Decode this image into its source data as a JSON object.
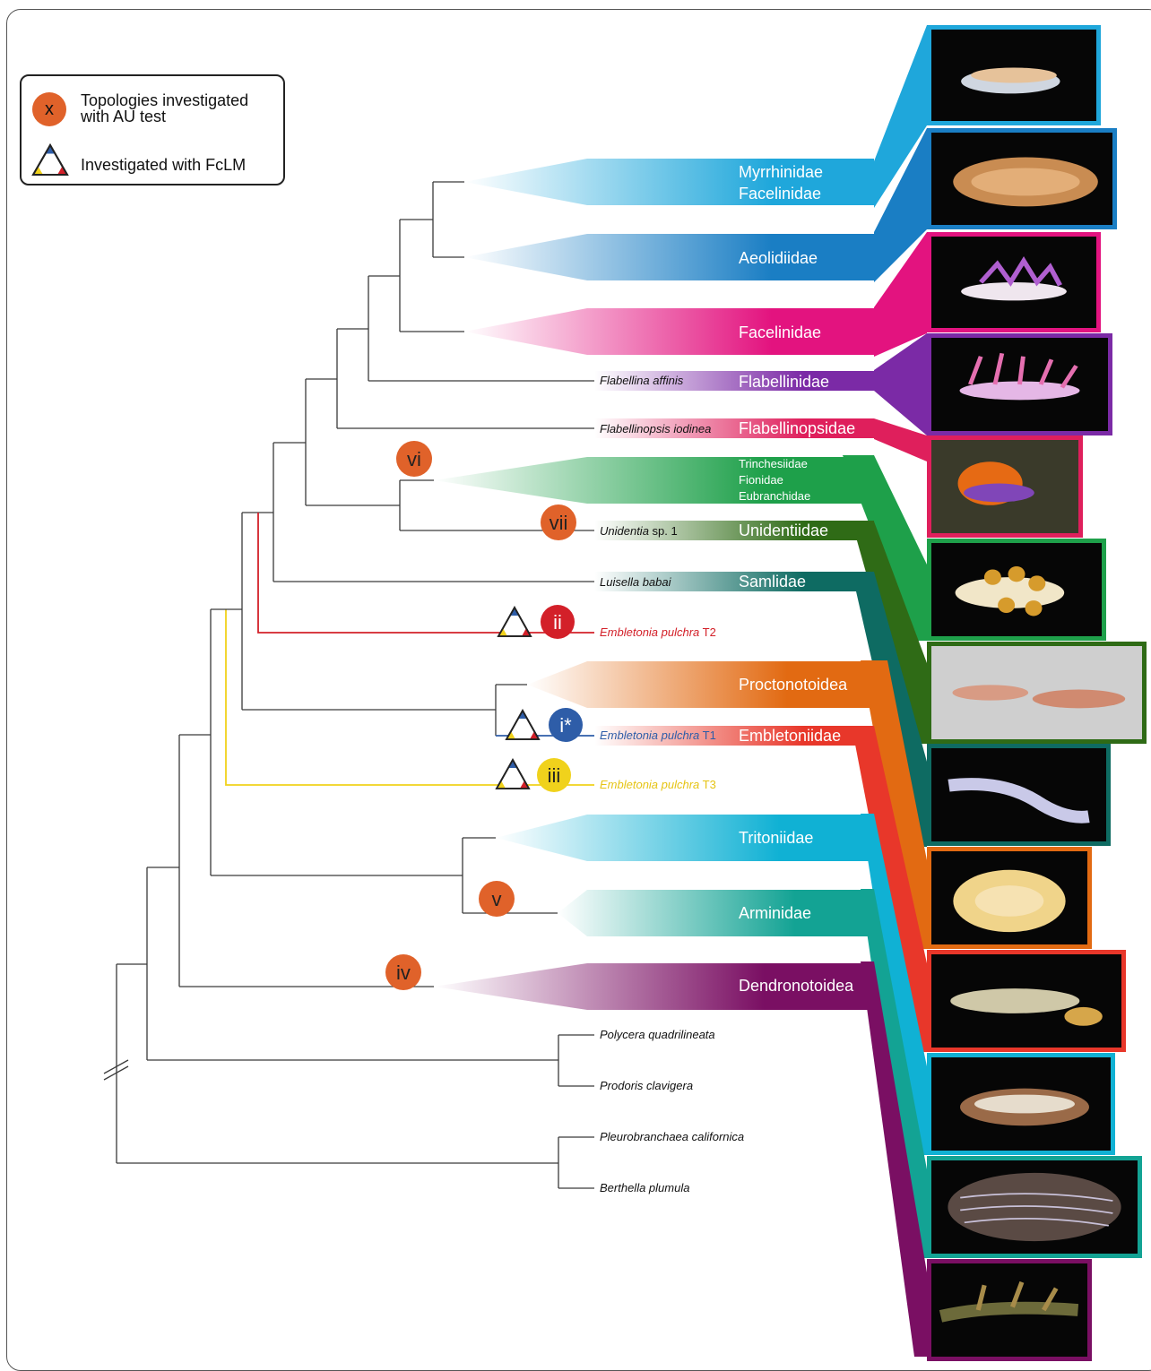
{
  "legend": {
    "au_badge_letter": "x",
    "au_label": "Topologies investigated\nwith AU test",
    "fclm_label": "Investigated with FcLM"
  },
  "colors": {
    "myrrhinidae": "#1fa7db",
    "aeolidiidae": "#1a7ec4",
    "facelinidae": "#e3137f",
    "flabellinidae": "#7b2aa6",
    "flabellinopsidae": "#df1f5c",
    "trinchesiidae": "#1ea04a",
    "unidentiidae": "#2f6b16",
    "samlidae": "#0e6b62",
    "proctonotoidea": "#e26a12",
    "embletoniidae": "#e8372a",
    "tritoniidae": "#10b1d4",
    "arminidae": "#13a394",
    "dendronotoidea": "#7a0f63",
    "au_badge": "#e0622a",
    "t1_line": "#2e5da8",
    "t2_line": "#d32029",
    "t3_line": "#f0d21c"
  },
  "clades": [
    {
      "id": "myrrhinidae",
      "label": "Myrrhinidae\nFacelinidae",
      "taxon": ""
    },
    {
      "id": "aeolidiidae",
      "label": "Aeolidiidae",
      "taxon": ""
    },
    {
      "id": "facelinidae",
      "label": "Facelinidae",
      "taxon": ""
    },
    {
      "id": "flabellinidae",
      "label": "Flabellinidae",
      "taxon": "Flabellina affinis"
    },
    {
      "id": "flabellinopsidae",
      "label": "Flabellinopsidae",
      "taxon": "Flabellinopsis iodinea"
    },
    {
      "id": "trinchesiidae",
      "label": "Trinchesiidae\nFionidae\nEubranchidae",
      "taxon": ""
    },
    {
      "id": "unidentiidae",
      "label": "Unidentiidae",
      "taxon": "Unidentia",
      "taxon_suffix": " sp. 1"
    },
    {
      "id": "samlidae",
      "label": "Samlidae",
      "taxon": "Luisella babai"
    },
    {
      "id": "proctonotoidea",
      "label": "Proctonotoidea",
      "taxon": ""
    },
    {
      "id": "embletoniidae",
      "label": "Embletoniidae",
      "taxon": "Embletonia pulchra",
      "taxon_suffix": " T1"
    },
    {
      "id": "tritoniidae",
      "label": "Tritoniidae",
      "taxon": ""
    },
    {
      "id": "arminidae",
      "label": "Arminidae",
      "taxon": ""
    },
    {
      "id": "dendronotoidea",
      "label": "Dendronotoidea",
      "taxon": ""
    }
  ],
  "extra_taxa": [
    {
      "id": "t2",
      "name": "Embletonia pulchra",
      "suffix": " T2"
    },
    {
      "id": "t3",
      "name": "Embletonia pulchra",
      "suffix": " T3"
    },
    {
      "id": "polycera",
      "name": "Polycera quadrilineata"
    },
    {
      "id": "prodoris",
      "name": "Prodoris clavigera"
    },
    {
      "id": "pleurobranchaea",
      "name": "Pleurobranchaea californica"
    },
    {
      "id": "berthella",
      "name": "Berthella plumula"
    }
  ],
  "au_badges": [
    {
      "id": "vi",
      "label": "vi"
    },
    {
      "id": "vii",
      "label": "vii"
    },
    {
      "id": "v",
      "label": "v"
    },
    {
      "id": "iv",
      "label": "iv"
    }
  ],
  "fclm_badges": [
    {
      "id": "ii",
      "label": "ii",
      "color": "#d32029",
      "text_color": "#ffffff"
    },
    {
      "id": "i",
      "label": "i*",
      "color": "#2e5da8",
      "text_color": "#ffffff"
    },
    {
      "id": "iii",
      "label": "iii",
      "color": "#f0d21c",
      "text_color": "#222222"
    }
  ]
}
